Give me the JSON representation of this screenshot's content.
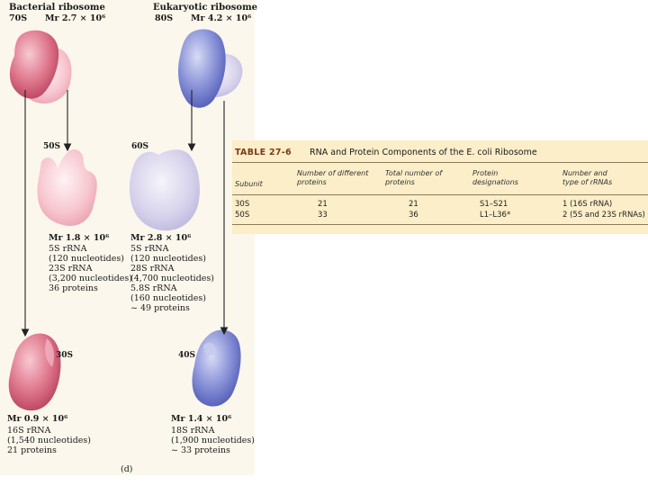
{
  "bacterial": {
    "title": "Bacterial ribosome",
    "size": "70S",
    "mass": "Mr 2.7 × 10⁶",
    "large": {
      "label": "50S",
      "mass": "Mr 1.8 × 10⁶",
      "lines": [
        "5S rRNA",
        "(120 nucleotides)",
        "23S rRNA",
        "(3,200 nucleotides)",
        "36 proteins"
      ]
    },
    "small": {
      "label": "30S",
      "mass": "Mr 0.9 × 10⁶",
      "lines": [
        "16S rRNA",
        "(1,540 nucleotides)",
        "21 proteins"
      ]
    }
  },
  "eukaryotic": {
    "title": "Eukaryotic ribosome",
    "size": "80S",
    "mass": "Mr 4.2 × 10⁶",
    "large": {
      "label": "60S",
      "mass": "Mr 2.8 × 10⁶",
      "lines": [
        "5S rRNA",
        "(120 nucleotides)",
        "28S rRNA",
        "(4,700 nucleotides)",
        "5.8S rRNA",
        "(160 nucleotides)",
        "~ 49 proteins"
      ]
    },
    "small": {
      "label": "40S",
      "mass": "Mr 1.4 × 10⁶",
      "lines": [
        "18S rRNA",
        "(1,900 nucleotides)",
        "~ 33 proteins"
      ]
    }
  },
  "panel_label": "(d)",
  "colors": {
    "bacterial": "#d9607a",
    "eukaryotic": "#6e78c9",
    "table_bg": "#fbeec8"
  },
  "table": {
    "number": "TABLE 27-6",
    "title": "RNA and Protein Components of the E. coli Ribosome",
    "headers": [
      "Subunit",
      "Number of different proteins",
      "Total number of proteins",
      "Protein designations",
      "Number and type of rRNAs"
    ],
    "rows": [
      [
        "30S",
        "21",
        "21",
        "S1–S21",
        "1 (16S rRNA)"
      ],
      [
        "50S",
        "33",
        "36",
        "L1–L36*",
        "2 (5S and 23S rRNAs)"
      ]
    ]
  }
}
